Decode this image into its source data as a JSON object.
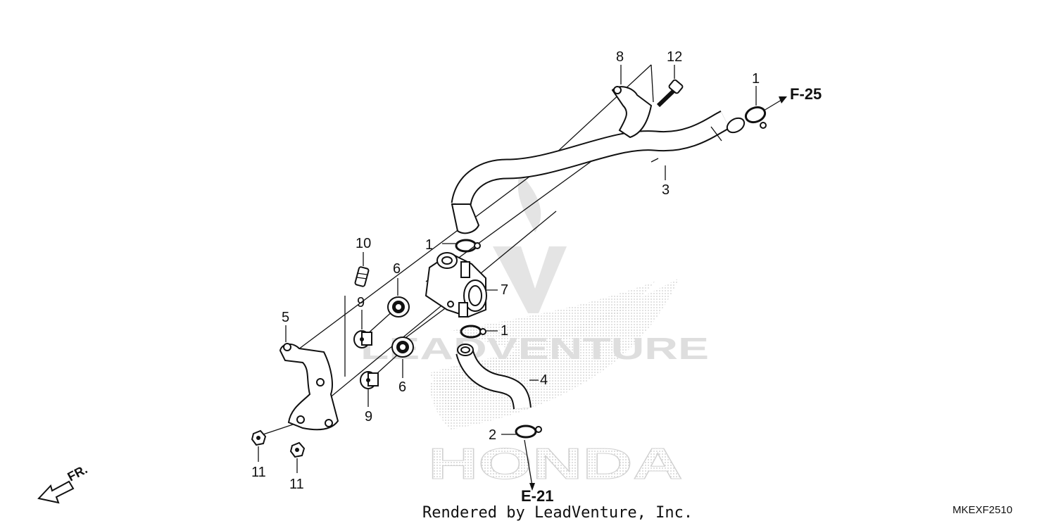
{
  "labels": {
    "c1_top": "1",
    "c1_mid": "1",
    "c1_low": "1",
    "c2": "2",
    "c3": "3",
    "c4": "4",
    "c5": "5",
    "c6_top": "6",
    "c6_bot": "6",
    "c7": "7",
    "c8": "8",
    "c9_top": "9",
    "c9_bot": "9",
    "c10": "10",
    "c11_a": "11",
    "c11_b": "11",
    "c12": "12"
  },
  "refs": {
    "top_right": "F-25",
    "bottom": "E-21",
    "front": "FR."
  },
  "watermark": {
    "brand": "HONDA",
    "text": "LEADVENTURE"
  },
  "footer": {
    "credit": "Rendered by LeadVenture, Inc.",
    "code": "MKEXF2510"
  },
  "colors": {
    "line": "#111111",
    "watermark": "#d9d9d9"
  }
}
